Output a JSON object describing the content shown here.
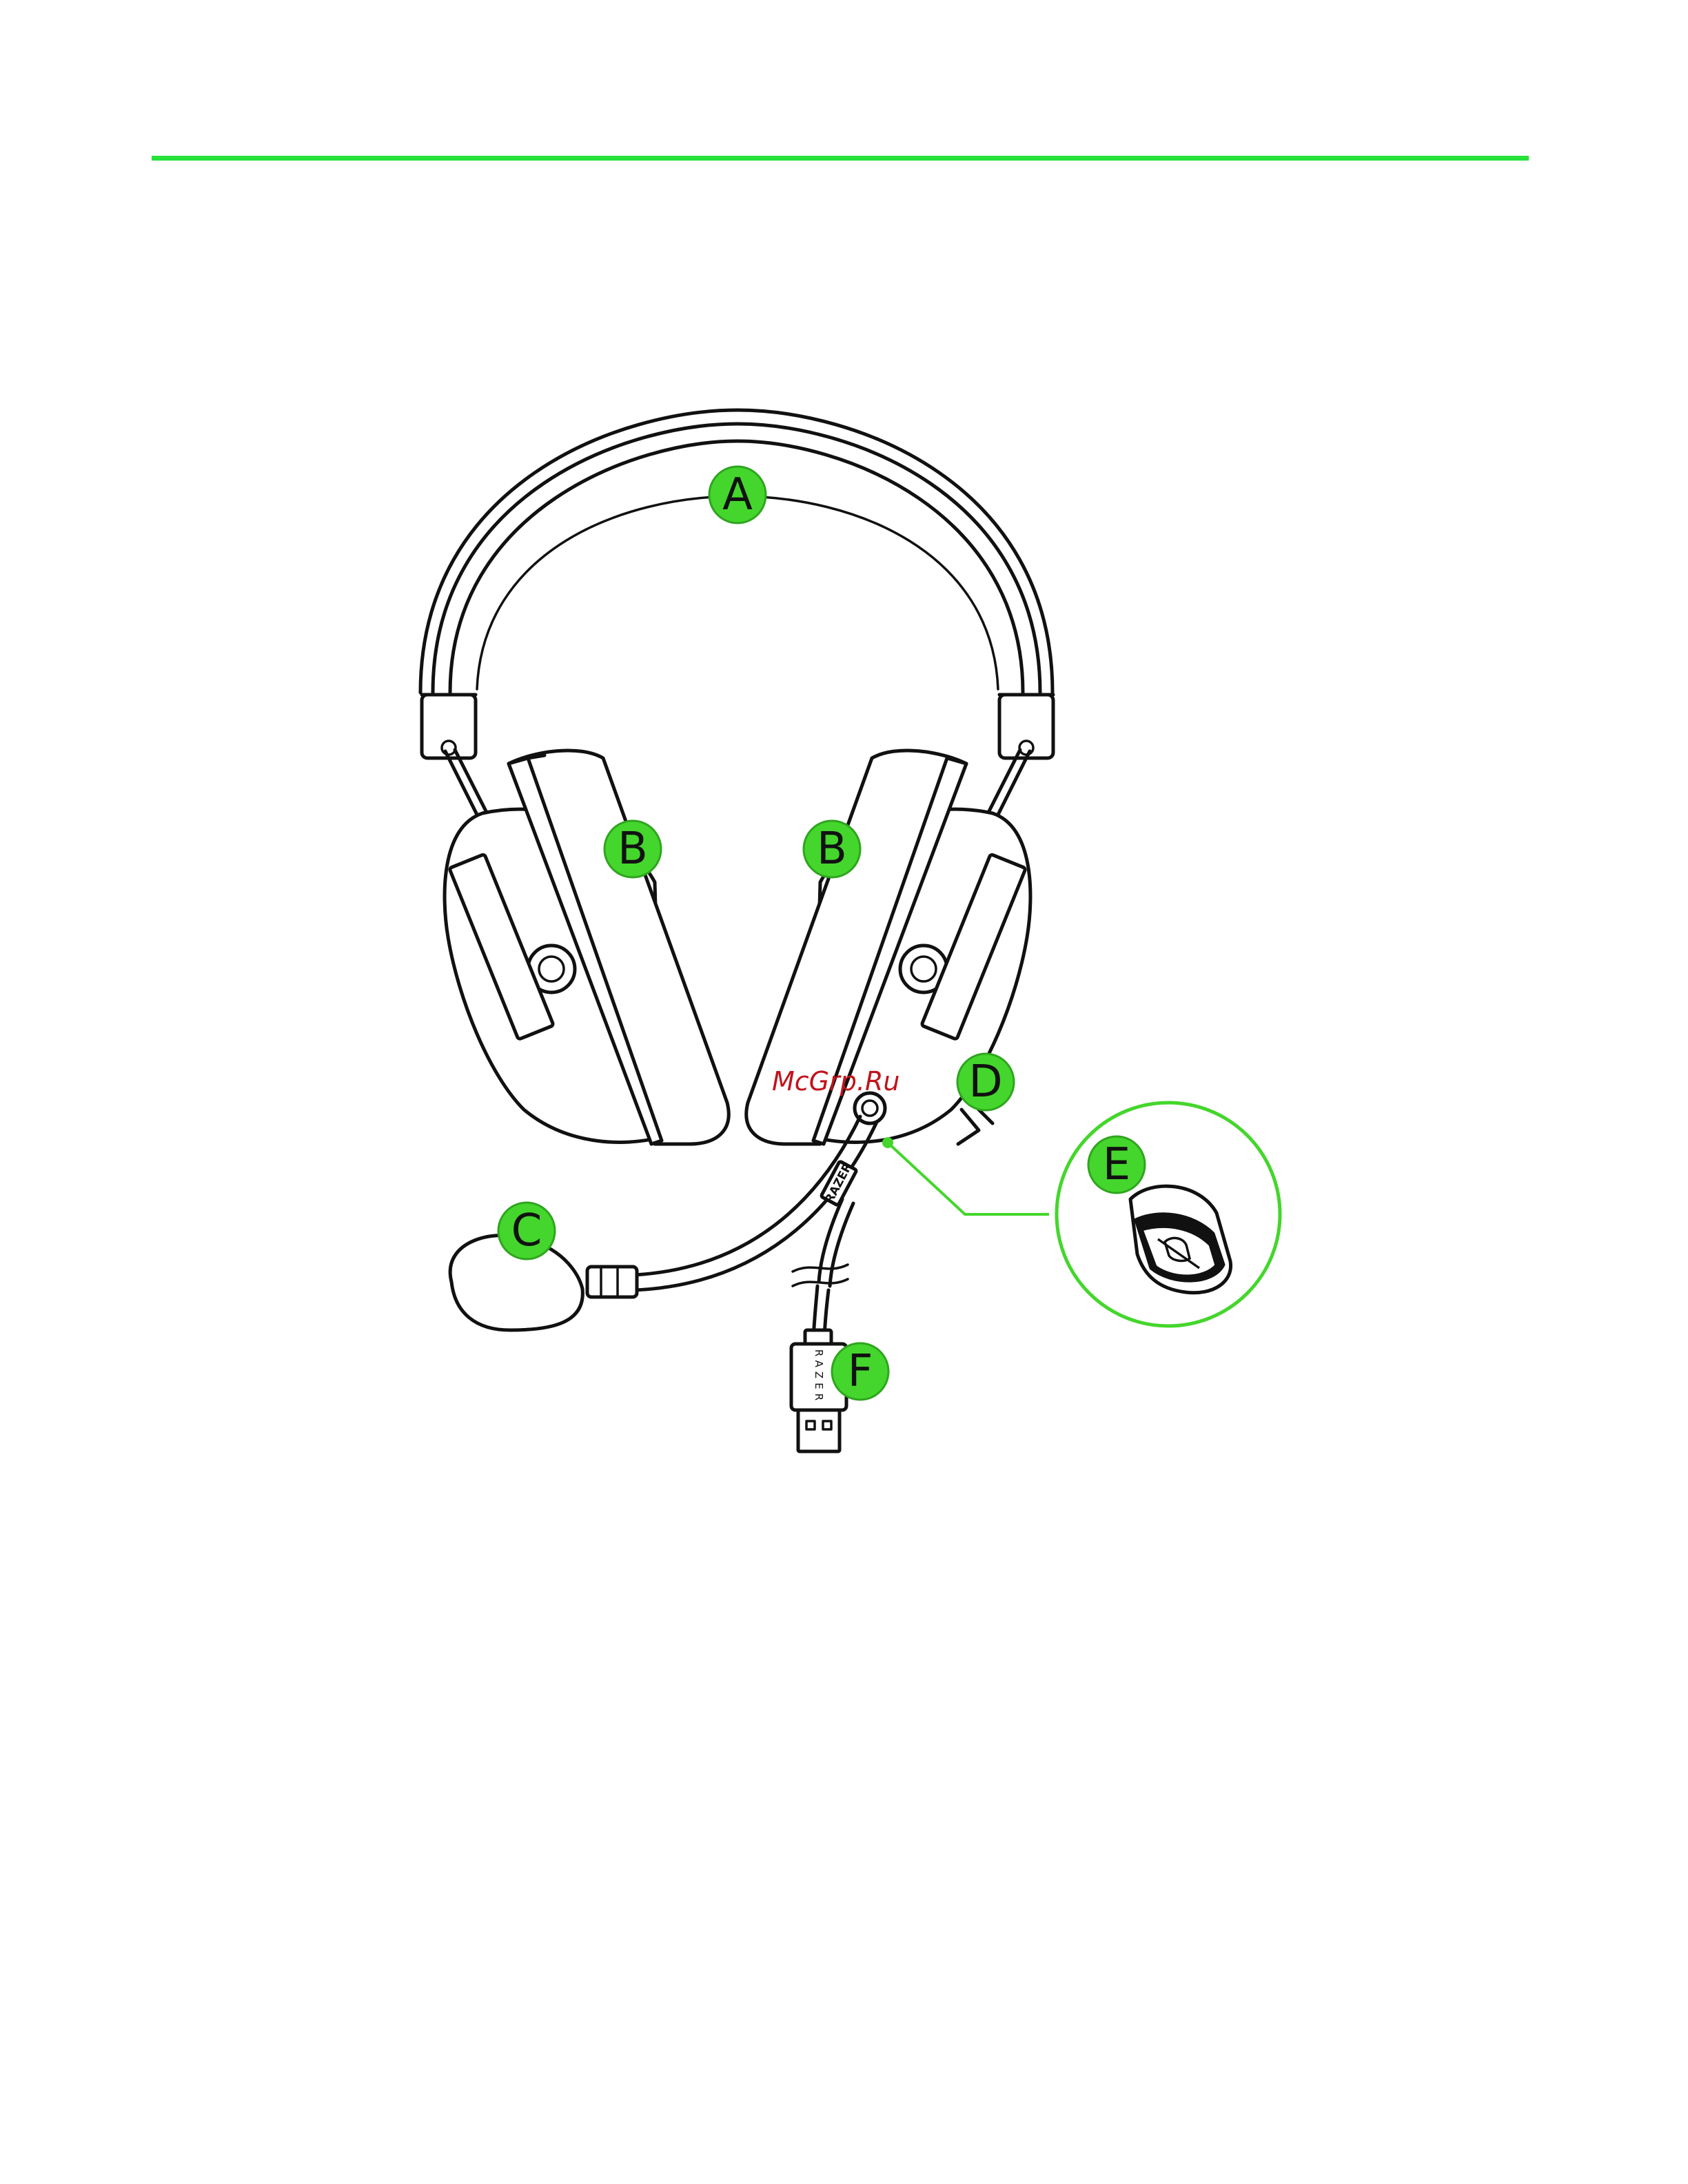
{
  "colors": {
    "accent": "#44d62c",
    "badge_fill": "#44d62c",
    "badge_stroke": "#2fa51f",
    "ink": "#111111",
    "watermark": "#c0141c"
  },
  "header": {
    "rule_color": "#27e23a"
  },
  "diagram": {
    "callouts": [
      {
        "id": "A",
        "label": "A"
      },
      {
        "id": "B-left",
        "label": "B"
      },
      {
        "id": "B-right",
        "label": "B"
      },
      {
        "id": "C",
        "label": "C"
      },
      {
        "id": "D",
        "label": "D"
      },
      {
        "id": "E",
        "label": "E"
      },
      {
        "id": "F",
        "label": "F"
      }
    ],
    "watermark": "McGrp.Ru",
    "usb_brand": "RAZER",
    "mic_brand": "RAZER"
  }
}
